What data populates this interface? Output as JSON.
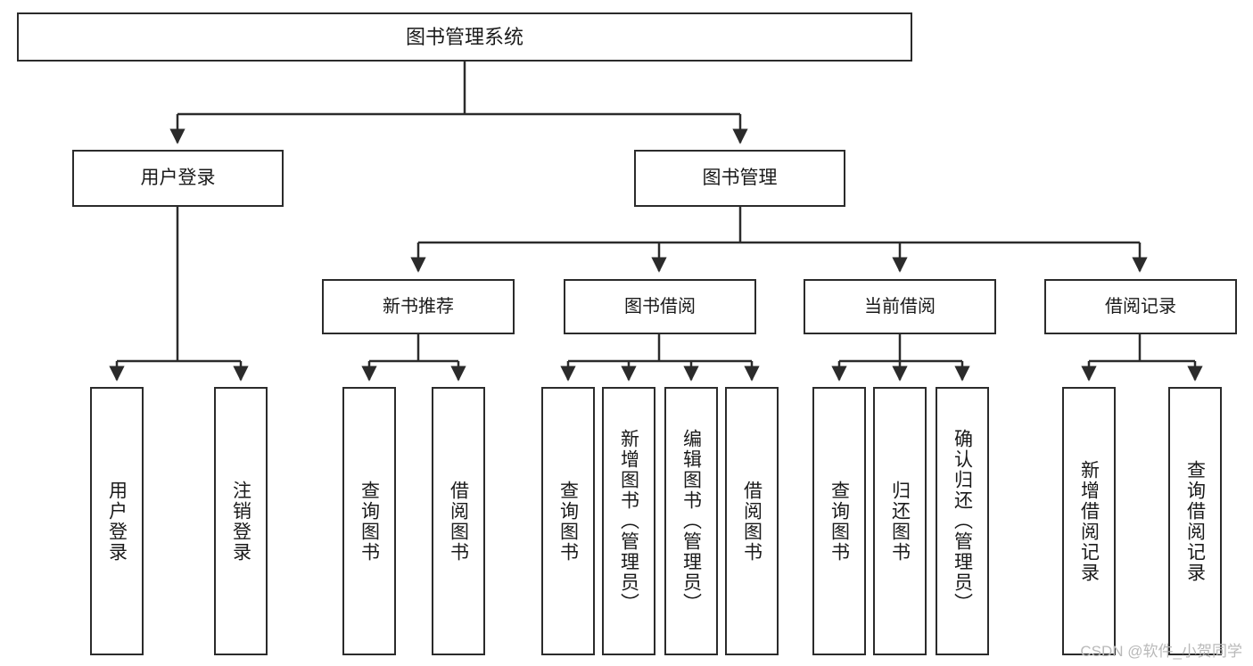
{
  "diagram": {
    "type": "tree-hierarchy-chart",
    "title": "图书管理系统",
    "watermark": "CSDN @软件_小贺同学",
    "colors": {
      "box_border": "#2b2b2b",
      "box_fill": "#ffffff",
      "connector": "#2b2b2b",
      "text": "#1a1a1a",
      "watermark": "#b9b9b9",
      "background": "#ffffff"
    },
    "root": {
      "label": "图书管理系统"
    },
    "level1": [
      {
        "label": "用户登录"
      },
      {
        "label": "图书管理"
      }
    ],
    "level2": [
      {
        "label": "新书推荐"
      },
      {
        "label": "图书借阅"
      },
      {
        "label": "当前借阅"
      },
      {
        "label": "借阅记录"
      }
    ],
    "leaves": {
      "user_login": [
        {
          "label": "用户登录"
        },
        {
          "label": "注销登录"
        }
      ],
      "new_book_recommend": [
        {
          "label": "查询图书"
        },
        {
          "label": "借阅图书"
        }
      ],
      "book_borrow": [
        {
          "label": "查询图书"
        },
        {
          "label": "新增图书（管理员）"
        },
        {
          "label": "编辑图书（管理员）"
        },
        {
          "label": "借阅图书"
        }
      ],
      "current_borrow": [
        {
          "label": "查询图书"
        },
        {
          "label": "归还图书"
        },
        {
          "label": "确认归还（管理员）"
        }
      ],
      "borrow_record": [
        {
          "label": "新增借阅记录"
        },
        {
          "label": "查询借阅记录"
        }
      ]
    }
  }
}
